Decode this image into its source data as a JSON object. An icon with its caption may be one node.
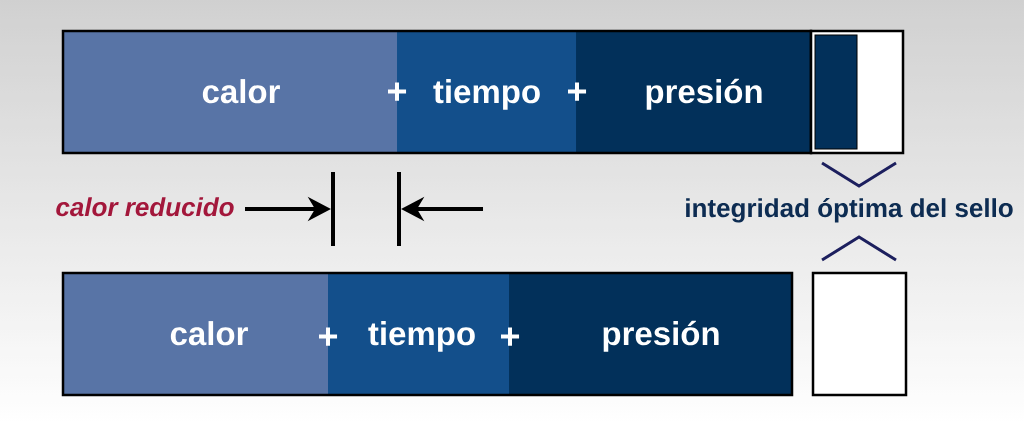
{
  "diagram": {
    "nodes": [
      {
        "text": [
          "calor"
        ]
      },
      {
        "text": [
          "tiempo"
        ]
      },
      {
        "text": [
          "presión"
        ]
      },
      {
        "text": [],
        "shape": "box"
      },
      {
        "text": [],
        "shape": "bar",
        "in": 3
      },
      {
        "text": [
          "calor"
        ]
      },
      {
        "text": [
          "tiempo"
        ]
      },
      {
        "text": [
          "presión"
        ]
      },
      {
        "text": [],
        "shape": "box"
      }
    ],
    "labels": [
      "+",
      "+",
      "calor reducido",
      "integridad óptima del sello",
      "+",
      "+"
    ]
  }
}
